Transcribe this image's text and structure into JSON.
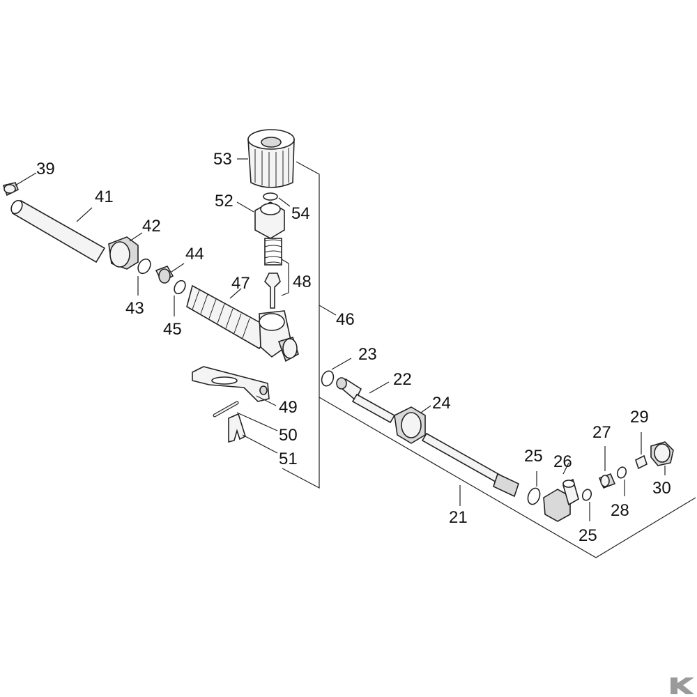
{
  "labels": [
    {
      "id": "39",
      "text": "39"
    },
    {
      "id": "41",
      "text": "41"
    },
    {
      "id": "42",
      "text": "42"
    },
    {
      "id": "43",
      "text": "43"
    },
    {
      "id": "44",
      "text": "44"
    },
    {
      "id": "45",
      "text": "45"
    },
    {
      "id": "47",
      "text": "47"
    },
    {
      "id": "48",
      "text": "48"
    },
    {
      "id": "46",
      "text": "46"
    },
    {
      "id": "52",
      "text": "52"
    },
    {
      "id": "53",
      "text": "53"
    },
    {
      "id": "54",
      "text": "54"
    },
    {
      "id": "49",
      "text": "49"
    },
    {
      "id": "50",
      "text": "50"
    },
    {
      "id": "51",
      "text": "51"
    },
    {
      "id": "23",
      "text": "23"
    },
    {
      "id": "22",
      "text": "22"
    },
    {
      "id": "24",
      "text": "24"
    },
    {
      "id": "21",
      "text": "21"
    },
    {
      "id": "25a",
      "text": "25"
    },
    {
      "id": "26",
      "text": "26"
    },
    {
      "id": "25b",
      "text": "25"
    },
    {
      "id": "27",
      "text": "27"
    },
    {
      "id": "28",
      "text": "28"
    },
    {
      "id": "29",
      "text": "29"
    },
    {
      "id": "30",
      "text": "30"
    }
  ],
  "colors": {
    "line": "#222222",
    "fill": "#f4f4f4",
    "shade": "#d9d9d9",
    "logo": "#9a9a9a"
  },
  "logo_icon": "k-logo-icon"
}
